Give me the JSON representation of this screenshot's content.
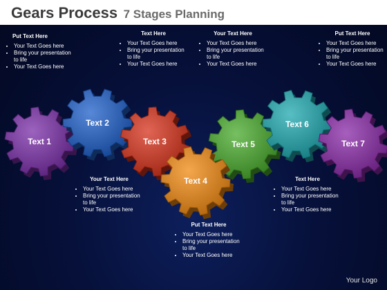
{
  "title": {
    "main": "Gears Process",
    "sub": "7 Stages Planning"
  },
  "gears": [
    {
      "label": "Text 1",
      "color": "#7b2fa8"
    },
    {
      "label": "Text 2",
      "color": "#1f5fc9"
    },
    {
      "label": "Text 3",
      "color": "#d7321b"
    },
    {
      "label": "Text 4",
      "color": "#f28a12"
    },
    {
      "label": "Text 5",
      "color": "#49ab2c"
    },
    {
      "label": "Text 6",
      "color": "#1fa8b0"
    },
    {
      "label": "Text 7",
      "color": "#8a2aa8"
    }
  ],
  "blocks": [
    {
      "heading": "Put Text Here",
      "items": [
        "Your Text Goes here",
        "Bring your presentation to life",
        "Your Text Goes here"
      ]
    },
    {
      "heading": "Text Here",
      "items": [
        "Your Text Goes here",
        "Bring your presentation to life",
        "Your Text Goes here"
      ]
    },
    {
      "heading": "Your Text Here",
      "items": [
        "Your Text Goes here",
        "Bring your presentation to life",
        "Your Text Goes here"
      ]
    },
    {
      "heading": "Put Text Here",
      "items": [
        "Your Text Goes here",
        "Bring your presentation to life",
        "Your Text Goes here"
      ]
    },
    {
      "heading": "Your Text Here",
      "items": [
        "Your Text Goes here",
        "Bring your presentation to life",
        "Your Text Goes here"
      ]
    },
    {
      "heading": "Put Text Here",
      "items": [
        "Your Text Goes here",
        "Bring your presentation to life",
        "Your Text Goes here"
      ]
    },
    {
      "heading": "Text Here",
      "items": [
        "Your Text Goes here",
        "Bring your presentation to life",
        "Your Text Goes here"
      ]
    }
  ],
  "logo": "Your Logo"
}
